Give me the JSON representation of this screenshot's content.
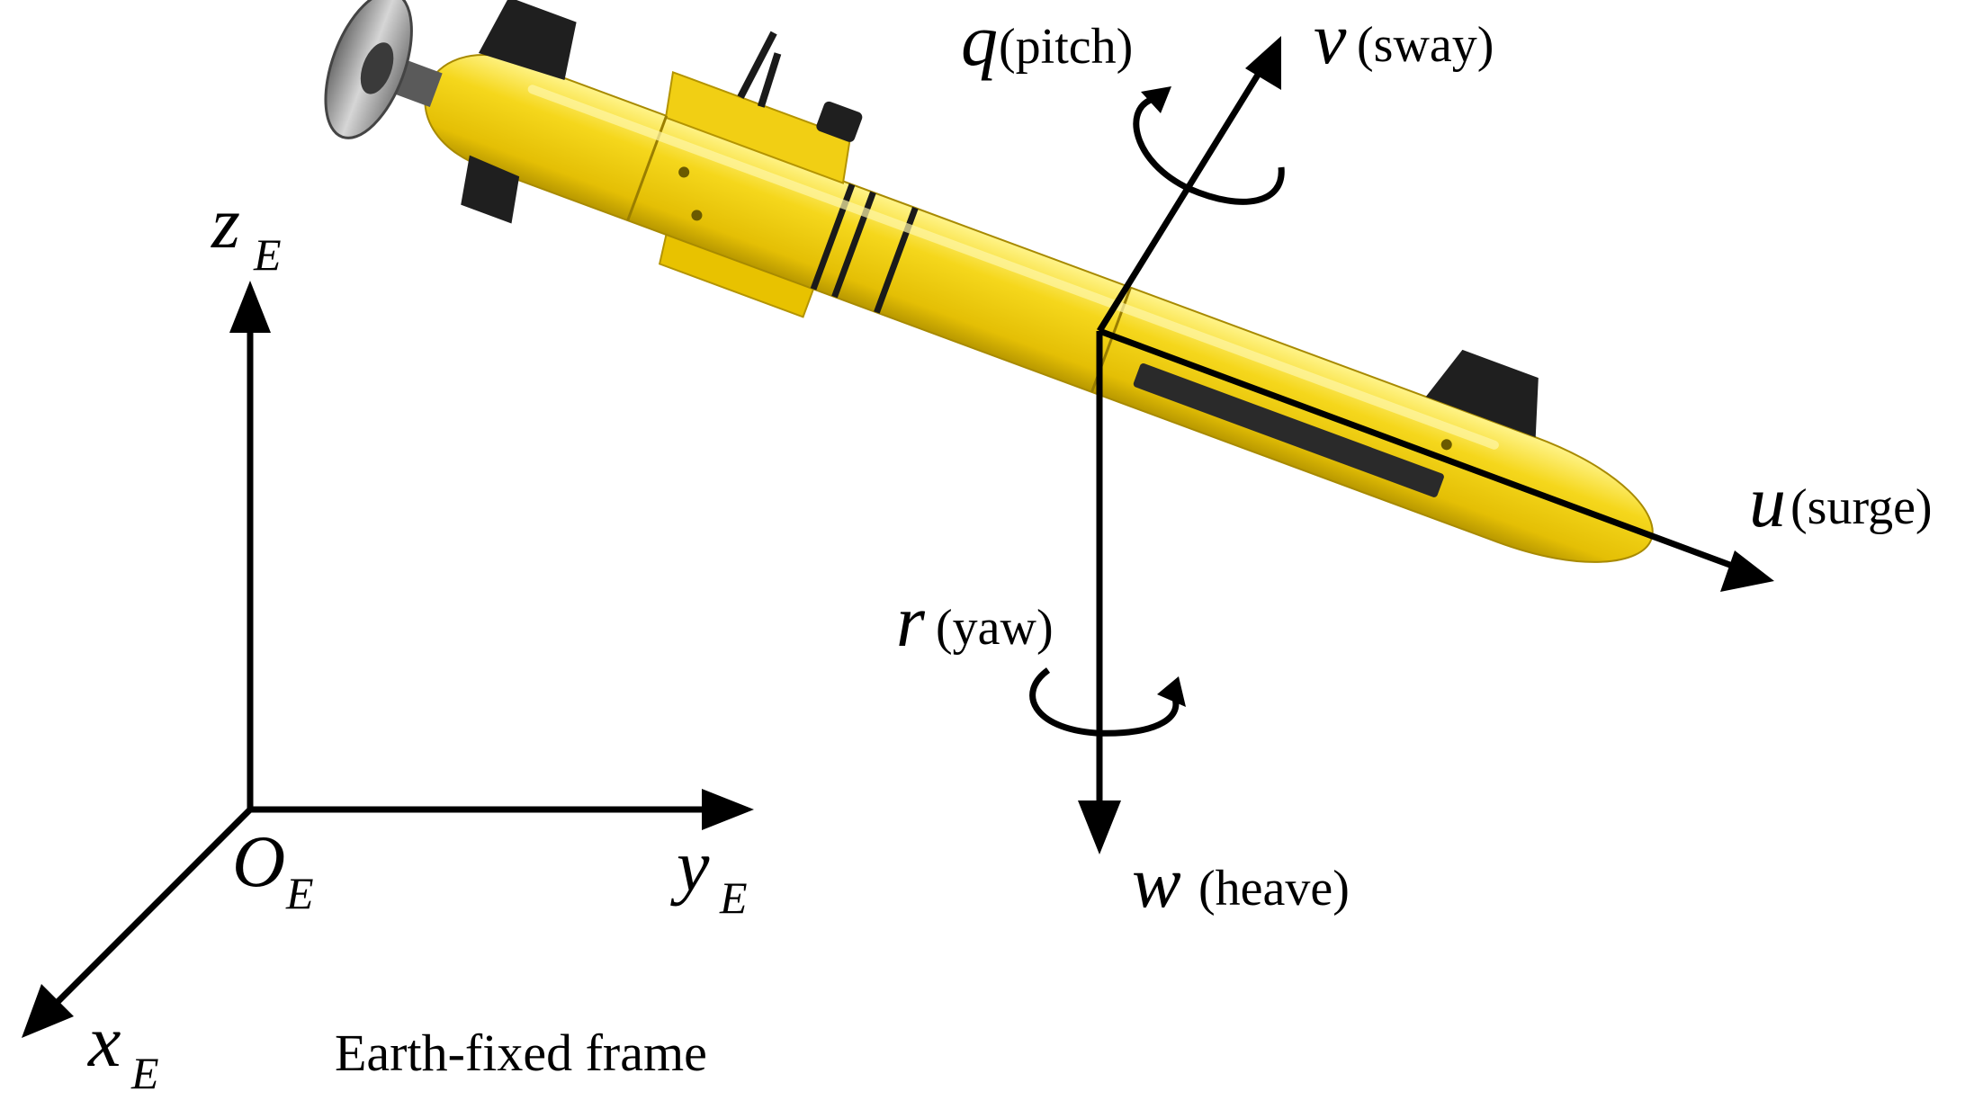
{
  "earth_frame": {
    "caption": "Earth-fixed frame",
    "origin": {
      "symbol": "O",
      "subscript": "E"
    },
    "x_axis": {
      "symbol": "x",
      "subscript": "E"
    },
    "y_axis": {
      "symbol": "y",
      "subscript": "E"
    },
    "z_axis": {
      "symbol": "z",
      "subscript": "E"
    }
  },
  "body_frame": {
    "surge": {
      "symbol": "u",
      "name": "(surge)"
    },
    "sway": {
      "symbol": "v",
      "name": "(sway)"
    },
    "heave": {
      "symbol": "w",
      "name": "(heave)"
    },
    "pitch": {
      "symbol": "q",
      "name": "(pitch)"
    },
    "yaw": {
      "symbol": "r",
      "name": "(yaw)"
    }
  },
  "colors": {
    "vehicle_body": "#f3d21a",
    "vehicle_shade": "#c9a800",
    "vehicle_highlight": "#fff27a",
    "fittings": "#1e1e1e",
    "thruster": "#9a9a9a",
    "axes": "#000000"
  }
}
